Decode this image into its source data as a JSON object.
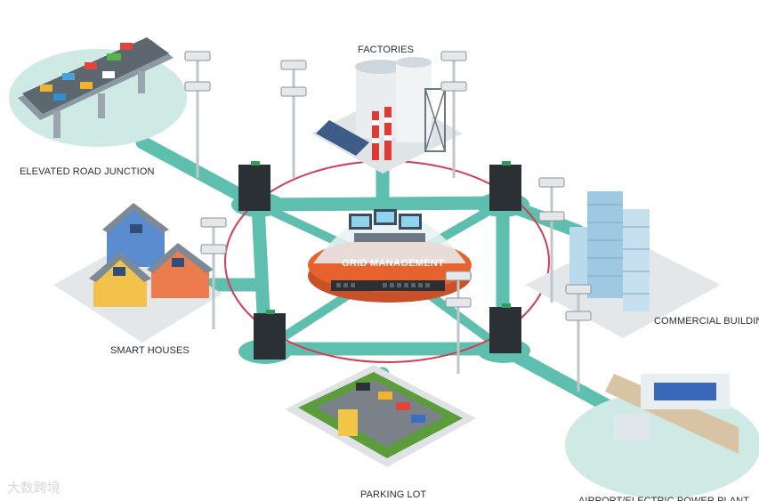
{
  "labels": {
    "elevated_road": "ELEVATED ROAD JUNCTION",
    "factories": "FACTORIES",
    "commercial": "COMMERCIAL BUILDINGS",
    "smart_houses": "SMART HOUSES",
    "parking": "PARKING LOT",
    "power": "AIRPORT/ELECTRIC POWER PLANT",
    "grid": "GRID MANAGEMENT"
  },
  "watermark": "大数跨境",
  "colors": {
    "road": "#5fbfae",
    "platform": "#cfe9e4",
    "ring": "#d43c55",
    "grid_base": "#e8622e",
    "switch": "#2b3035"
  }
}
